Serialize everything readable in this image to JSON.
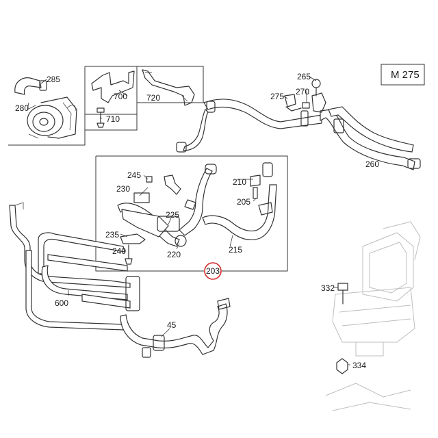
{
  "model_label": "M 275",
  "highlight_color": "#d62728",
  "parts": {
    "p285": "285",
    "p280": "280",
    "p700": "700",
    "p710": "710",
    "p720": "720",
    "p265": "265",
    "p270": "270",
    "p275": "275",
    "p260": "260",
    "p245": "245",
    "p230": "230",
    "p225": "225",
    "p235": "235",
    "p240": "240",
    "p220": "220",
    "p215": "215",
    "p210": "210",
    "p205": "205",
    "p203": "203",
    "p600": "600",
    "p45": "45",
    "p332": "332",
    "p334": "334"
  }
}
